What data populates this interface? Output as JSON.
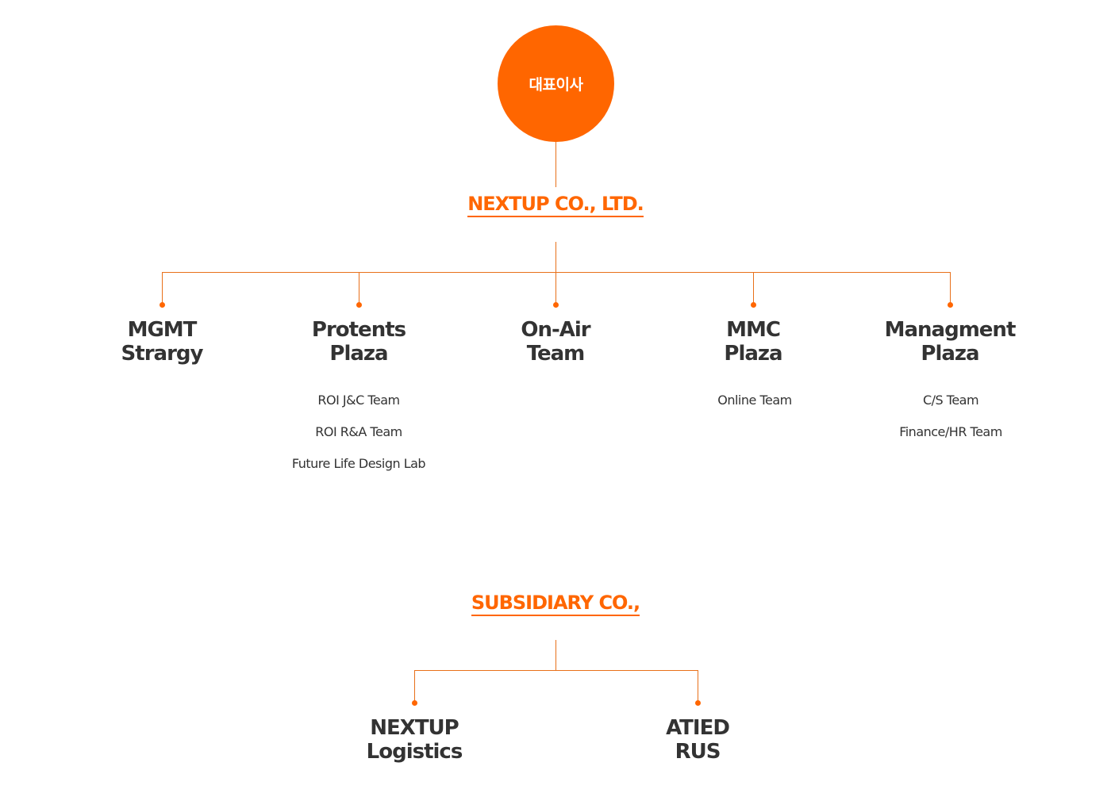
{
  "ceo": {
    "label": "대표이사"
  },
  "company": {
    "name": "NEXTUP CO., LTD."
  },
  "departments": [
    {
      "line1": "MGMT",
      "line2": "Strargy",
      "teams": []
    },
    {
      "line1": "Protents",
      "line2": "Plaza",
      "teams": [
        "ROI J&C Team",
        "ROI R&A Team",
        "Future Life Design Lab"
      ]
    },
    {
      "line1": "On-Air",
      "line2": "Team",
      "teams": []
    },
    {
      "line1": "MMC",
      "line2": "Plaza",
      "teams": [
        "Online Team"
      ]
    },
    {
      "line1": "Managment",
      "line2": "Plaza",
      "teams": [
        "C/S Team",
        "Finance/HR Team"
      ]
    }
  ],
  "subsidiary": {
    "title": "SUBSIDIARY CO.,",
    "companies": [
      {
        "line1": "NEXTUP",
        "line2": "Logistics"
      },
      {
        "line1": "ATIED",
        "line2": "RUS"
      }
    ]
  },
  "colors": {
    "accent": "#ff6600",
    "line": "#e8701a",
    "text": "#333333"
  }
}
